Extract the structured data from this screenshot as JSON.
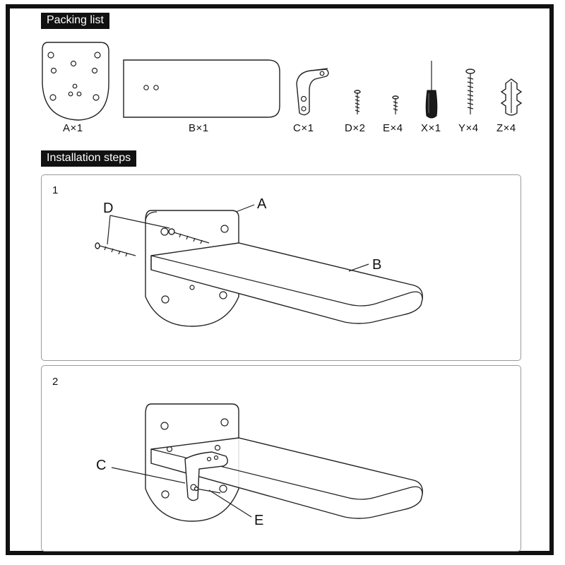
{
  "packing_list": {
    "title": "Packing list",
    "parts": [
      {
        "id": "A",
        "label": "A×1"
      },
      {
        "id": "B",
        "label": "B×1"
      },
      {
        "id": "C",
        "label": "C×1"
      },
      {
        "id": "D",
        "label": "D×2"
      },
      {
        "id": "E",
        "label": "E×4"
      },
      {
        "id": "X",
        "label": "X×1"
      },
      {
        "id": "Y",
        "label": "Y×4"
      },
      {
        "id": "Z",
        "label": "Z×4"
      }
    ]
  },
  "installation": {
    "title": "Installation steps",
    "steps": [
      {
        "number": "1",
        "callouts": {
          "a": "A",
          "b": "B",
          "d": "D"
        }
      },
      {
        "number": "2",
        "callouts": {
          "c": "C",
          "e": "E"
        }
      }
    ]
  }
}
